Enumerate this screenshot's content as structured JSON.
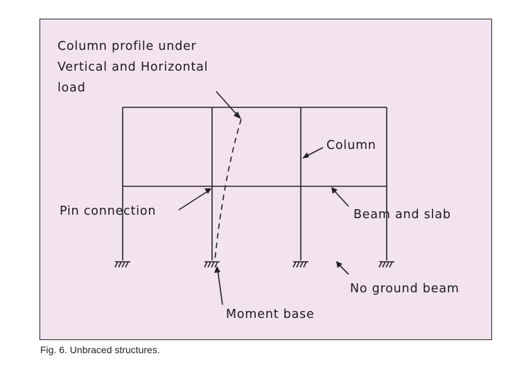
{
  "labels": {
    "column_profile_line1": "Column profile under",
    "column_profile_line2": "Vertical and Horizontal",
    "column_profile_line3": "load",
    "column": "Column",
    "pin_connection": "Pin connection",
    "beam_and_slab": "Beam and slab",
    "no_ground_beam": "No ground beam",
    "moment_base": "Moment base"
  },
  "caption": "Fig. 6. Unbraced structures.",
  "colors": {
    "panel_background": "#f3e3ef",
    "line": "#222222"
  }
}
